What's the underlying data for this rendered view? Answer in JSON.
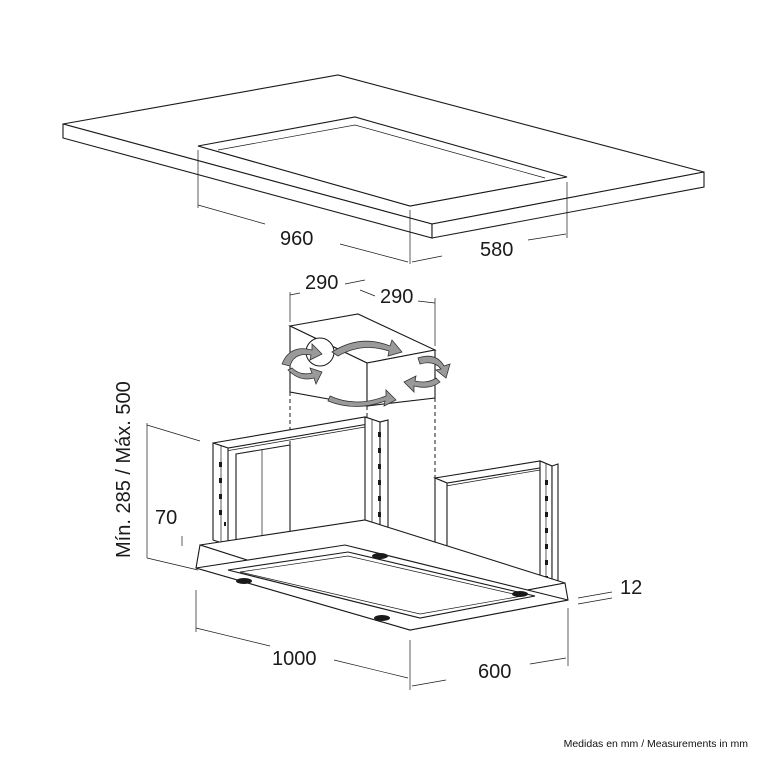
{
  "dimensions": {
    "ceiling_width": "960",
    "ceiling_depth": "580",
    "top_width": "290",
    "top_depth": "290",
    "height_range": "Mín. 285 / Máx. 500",
    "frame_offset": "70",
    "panel_thickness": "12",
    "hood_width": "1000",
    "hood_depth": "600"
  },
  "footer": {
    "note": "Medidas en mm / Measurements in mm"
  }
}
